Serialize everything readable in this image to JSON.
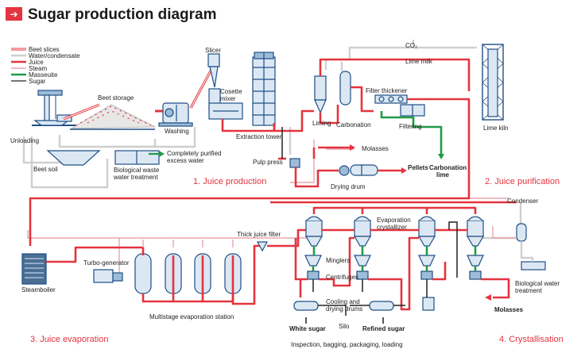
{
  "header": {
    "title": "Sugar production diagram",
    "arrow_glyph": "➔"
  },
  "legend": [
    {
      "label": "Beet slices",
      "icon": "beet-slices-line"
    },
    {
      "label": "Water/condensate",
      "icon": "water-line"
    },
    {
      "label": "Juice",
      "icon": "juice-line"
    },
    {
      "label": "Steam",
      "icon": "steam-line"
    },
    {
      "label": "Masseuite",
      "icon": "masseuite-line"
    },
    {
      "label": "Sugar",
      "icon": "sugar-line"
    }
  ],
  "sections": {
    "juice_production": "1. Juice production",
    "juice_purification": "2. Juice purification",
    "juice_evaporation": "3. Juice evaporation",
    "crystallisation": "4. Crystallisation"
  },
  "labels": {
    "beet_storage": "Beet storage",
    "unloading": "Unloading",
    "washing": "Washing",
    "beet_soil": "Beet soil",
    "biological_waste_1": "Biological waste",
    "biological_waste_2": "water treatment",
    "purified_1": "Completely purified",
    "purified_2": "excess water",
    "slicer": "Slicer",
    "cosette_1": "Cosette",
    "cosette_2": "mixer",
    "extraction_tower": "Extraction tower",
    "pulp_press": "Pulp press",
    "drying_drum": "Drying drum",
    "molasses_in": "Molasses",
    "pellets": "Pellets",
    "carbonation_lime_1": "Carbonation",
    "carbonation_lime_2": "lime",
    "co2": "CO₂",
    "lime_milk": "Lime milk",
    "liming": "Liming",
    "carbonation": "Carbonation",
    "filter_thickener": "Filter thickener",
    "filtering": "Filtering",
    "lime_kiln": "Lime kiln",
    "condenser": "Condenser",
    "steamboiler": "Steamboiler",
    "turbo_generator": "Turbo-generator",
    "multistage": "Multistage evaporation station",
    "thick_juice_filter": "Thick juice filter",
    "evap_cryst_1": "Evaporation",
    "evap_cryst_2": "crystallizer",
    "minglers": "Minglers",
    "centrifuges": "Centrifuges",
    "cooling_1": "Cooling and",
    "cooling_2": "drying drums",
    "white_sugar": "White sugar",
    "silo": "Silo",
    "refined_sugar": "Refined sugar",
    "inspection": "Inspection, bagging, packaging, loading",
    "bio_water_1": "Biological water",
    "bio_water_2": "treatment",
    "molasses_out": "Molasses"
  },
  "colors": {
    "juice": "#e4343f",
    "water": "#cfcfcf",
    "steam": "#e6a5ad",
    "masseuite": "#1f9b47",
    "sugar": "#222222",
    "equipment_fill": "#dbe8f3",
    "equipment_stroke": "#1f4e85",
    "title_box": "#e4343f"
  }
}
